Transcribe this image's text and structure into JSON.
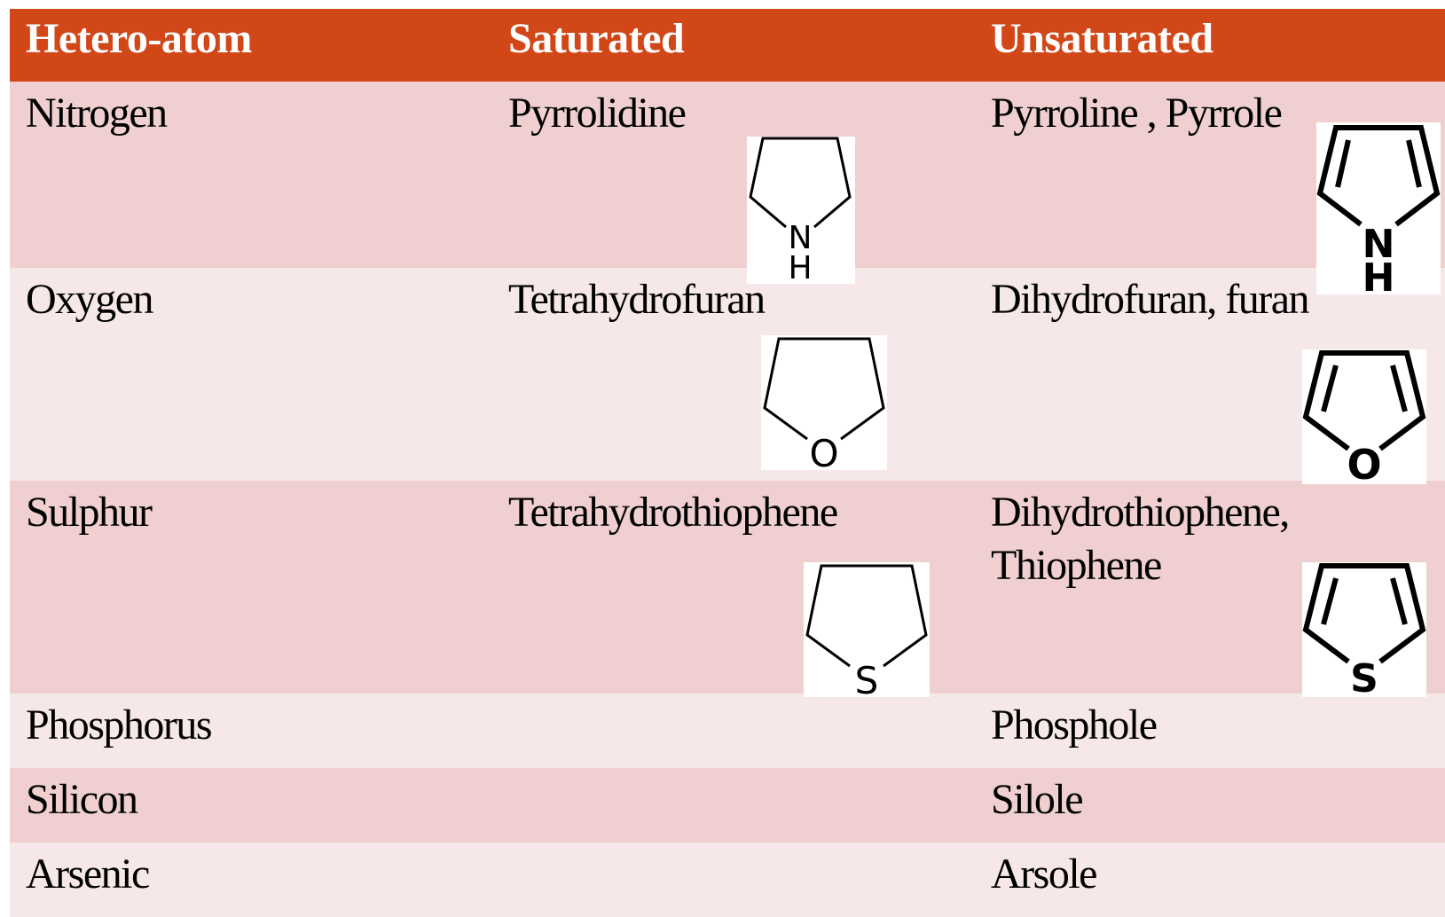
{
  "table": {
    "headers": [
      "Hetero-atom",
      "Saturated",
      "Unsaturated"
    ],
    "rows": [
      {
        "atom": "Nitrogen",
        "saturated": "Pyrrolidine",
        "unsaturated": "Pyrroline , Pyrrole",
        "sat_atom": "N",
        "sat_h": "H",
        "unsat_atom": "N",
        "unsat_h": "H"
      },
      {
        "atom": "Oxygen",
        "saturated": "Tetrahydrofuran",
        "unsaturated": "Dihydrofuran, furan",
        "sat_atom": "O",
        "unsat_atom": "O"
      },
      {
        "atom": "Sulphur",
        "saturated": "Tetrahydrothiophene",
        "unsaturated": "Dihydrothiophene, Thiophene",
        "sat_atom": "S",
        "unsat_atom": "S"
      },
      {
        "atom": "Phosphorus",
        "saturated": "",
        "unsaturated": "Phosphole"
      },
      {
        "atom": "Silicon",
        "saturated": "",
        "unsaturated": "Silole"
      },
      {
        "atom": "Arsenic",
        "saturated": "",
        "unsaturated": "Arsole"
      }
    ]
  },
  "colors": {
    "header_bg": "#d24718",
    "header_text": "#ffffff",
    "row_dark": "#efcfcf",
    "row_light": "#f6e8e8"
  }
}
